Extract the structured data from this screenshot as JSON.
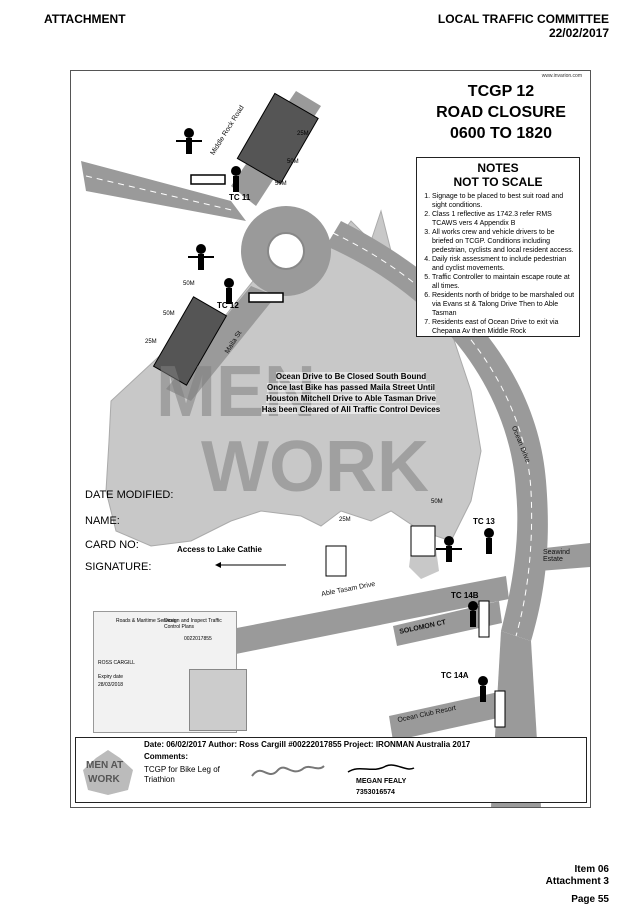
{
  "header": {
    "left": "ATTACHMENT",
    "committee": "LOCAL TRAFFIC COMMITTEE",
    "date": "22/02/2017"
  },
  "plan": {
    "credit": "www.invarion.com",
    "title_1": "TCGP 12",
    "title_2": "ROAD CLOSURE",
    "title_3": "0600 TO 1820",
    "notes_title_1": "NOTES",
    "notes_title_2": "NOT TO SCALE",
    "notes": [
      "Signage to be placed to best suit road and sight conditions.",
      "Class 1 reflective as 1742.3 refer RMS TCAWS vers 4 Appendix B",
      "All works crew and vehicle drivers to be briefed on TCGP. Conditions including pedestrian, cyclists and local resident access.",
      "Daily risk assessment to include pedestrian and cyclist movements.",
      "Traffic Controller to maintain escape route at all times.",
      "Residents north of bridge to be marshaled out via Evans st & Talong Drive Then to Able Tasman",
      "Residents east of Ocean Drive to exit via Chepana Av then Middle Rock"
    ],
    "banner_1": "Ocean Drive to Be Closed South Bound",
    "banner_2": "Once last Bike has passed Maila Street Until",
    "banner_3": "Houston Mitchell Drive to Able Tasman Drive",
    "banner_4": "Has been Cleared of All Traffic Control Devices",
    "form_date": "DATE MODIFIED:",
    "form_name": "NAME:",
    "form_card": "CARD NO:",
    "form_signature": "SIGNATURE:",
    "access": "Access to Lake Cathie",
    "streets": {
      "middle_rock": "Middle Rock Road",
      "maila": "Maila St",
      "ocean_drive": "Ocean Drive",
      "able_tasman": "Able Tasam Drive",
      "solomon": "SOLOMON CT",
      "ocean_club": "Ocean Club Resort",
      "seawind_1": "Seawind",
      "seawind_2": "Estate"
    },
    "tcs": {
      "tc11": "TC 11",
      "tc12": "TC 12",
      "tc13": "TC 13",
      "tc14b": "TC 14B",
      "tc14a": "TC 14A"
    },
    "distances": {
      "d1": "25M",
      "d2": "50M",
      "d3": "50M",
      "d4": "50M",
      "d5": "50M",
      "d6": "25M",
      "d7": "50M",
      "d8": "25M"
    },
    "card": {
      "agency": "Roads & Maritime Services",
      "course": "Design and Inspect Traffic Control Plans",
      "card_no": "0022017855",
      "name": "ROSS CARGILL",
      "expiry_label": "Expiry date",
      "expiry": "28/03/2018"
    },
    "footer": {
      "info": "Date: 06/02/2017 Author: Ross Cargill #00222017855 Project: IRONMAN Australia 2017",
      "comments_label": "Comments:",
      "comments": "TCGP for Bike Leg of Triathion",
      "signer_name": "MEGAN FEALY",
      "signer_no": "7353016574",
      "logo_1": "MEN AT",
      "logo_2": "WORK"
    },
    "watermark_1": "MEN",
    "watermark_2": "WORK"
  },
  "item": {
    "line1": "Item 06",
    "line2": "Attachment 3"
  },
  "page": "Page 55"
}
